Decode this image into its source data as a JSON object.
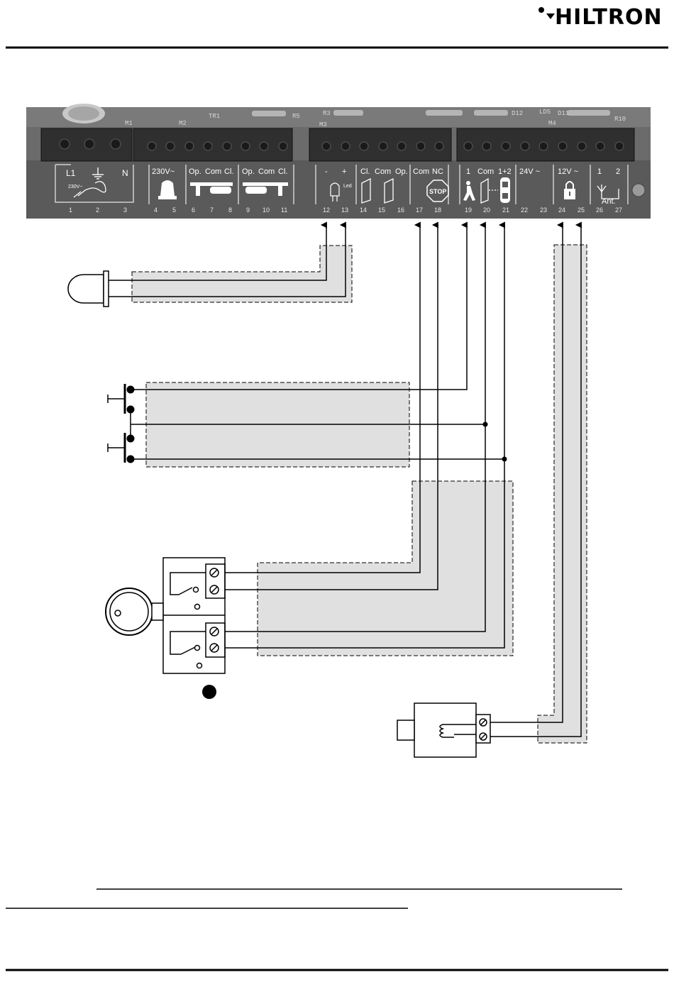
{
  "brand": {
    "logo": "HILTRON"
  },
  "pcb_labels": [
    "M1",
    "M2",
    "TR1",
    "R5",
    "R3",
    "M3",
    "D12",
    "LD5",
    "D11",
    "R10",
    "M4"
  ],
  "blocks": {
    "m1": {
      "labels": [
        "L1",
        "N"
      ],
      "voltage": "230V~",
      "numbers": [
        "1",
        "2",
        "3"
      ]
    },
    "m2": {
      "labels": [
        "230V~",
        "Op.",
        "Com",
        "Cl.",
        "Op.",
        "Com",
        "Cl."
      ],
      "numbers": [
        "4",
        "5",
        "6",
        "7",
        "8",
        "9",
        "10",
        "11"
      ]
    },
    "m3": {
      "labels": [
        "-",
        "+",
        "Led",
        "Cl.",
        "Com",
        "Op.",
        "Com",
        "NC",
        "STOP"
      ],
      "numbers": [
        "12",
        "13",
        "14",
        "15",
        "16",
        "17",
        "18"
      ]
    },
    "m4": {
      "labels": [
        "1",
        "Com",
        "1+2",
        "24V ~",
        "12V ~",
        "1",
        "2",
        "Ant."
      ],
      "numbers": [
        "19",
        "20",
        "21",
        "22",
        "23",
        "24",
        "25",
        "26",
        "27"
      ]
    }
  }
}
